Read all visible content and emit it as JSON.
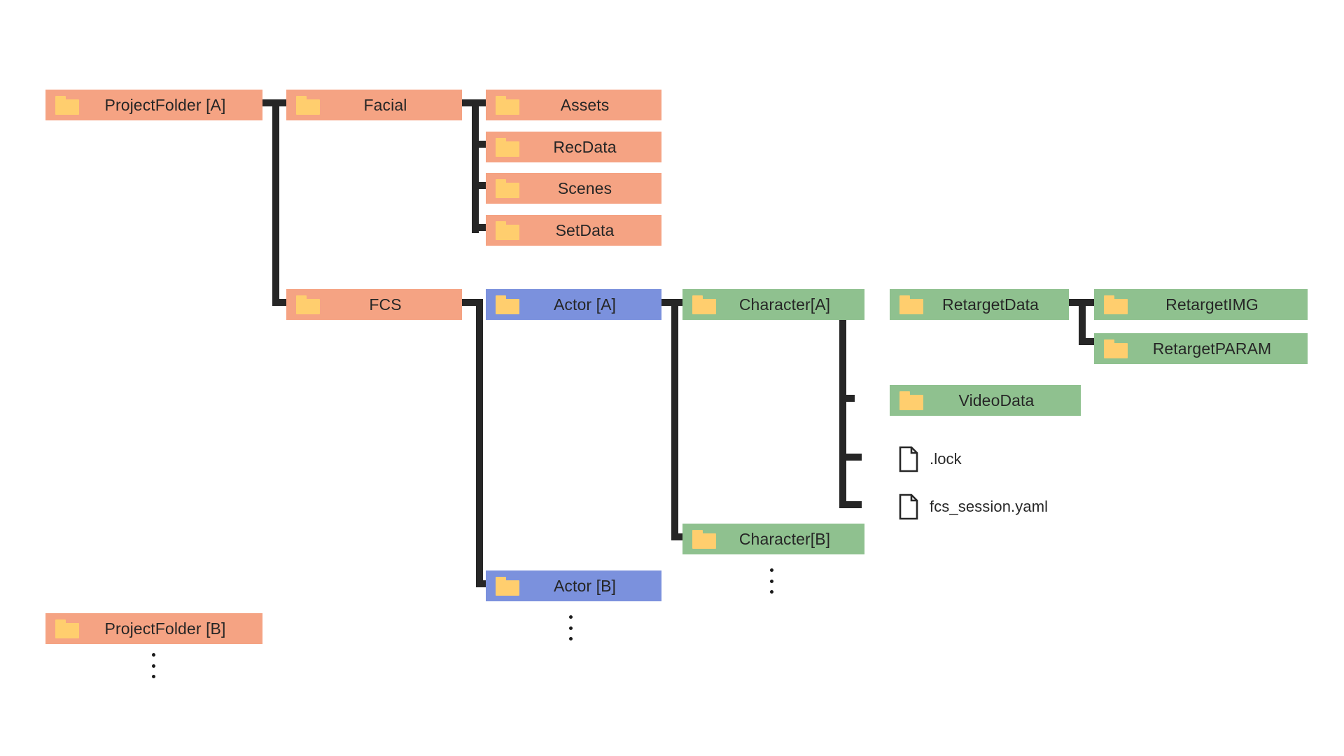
{
  "diagram": {
    "title": "Project Folder Structure Tree",
    "background_color": "#ffffff",
    "colors": {
      "folder_orange": "#f5a383",
      "folder_blue": "#7b91dd",
      "folder_green": "#8fc18f",
      "folder_icon_yellow": "#ffce6e",
      "connector": "#262626",
      "text": "#262626"
    },
    "nodes": {
      "project_folder_a": {
        "label": "ProjectFolder [A]",
        "type": "folder",
        "color": "orange"
      },
      "facial": {
        "label": "Facial",
        "type": "folder",
        "color": "orange"
      },
      "assets": {
        "label": "Assets",
        "type": "folder",
        "color": "orange"
      },
      "recdata": {
        "label": "RecData",
        "type": "folder",
        "color": "orange"
      },
      "scenes": {
        "label": "Scenes",
        "type": "folder",
        "color": "orange"
      },
      "setdata": {
        "label": "SetData",
        "type": "folder",
        "color": "orange"
      },
      "fcs": {
        "label": "FCS",
        "type": "folder",
        "color": "orange"
      },
      "actor_a": {
        "label": "Actor [A]",
        "type": "folder",
        "color": "blue"
      },
      "actor_b": {
        "label": "Actor [B]",
        "type": "folder",
        "color": "blue"
      },
      "character_a": {
        "label": "Character[A]",
        "type": "folder",
        "color": "green"
      },
      "character_b": {
        "label": "Character[B]",
        "type": "folder",
        "color": "green"
      },
      "retargetdata": {
        "label": "RetargetData",
        "type": "folder",
        "color": "green"
      },
      "retargetimg": {
        "label": "RetargetIMG",
        "type": "folder",
        "color": "green"
      },
      "retargetparam": {
        "label": "RetargetPARAM",
        "type": "folder",
        "color": "green"
      },
      "videodata": {
        "label": "VideoData",
        "type": "folder",
        "color": "green"
      },
      "lock_file": {
        "label": ".lock",
        "type": "file"
      },
      "fcs_session_file": {
        "label": "fcs_session.yaml",
        "type": "file"
      },
      "project_folder_b": {
        "label": "ProjectFolder [B]",
        "type": "folder",
        "color": "orange"
      }
    },
    "ellipses": [
      {
        "name": "ellipsis-under-character-b"
      },
      {
        "name": "ellipsis-under-actor-b"
      },
      {
        "name": "ellipsis-under-project-folder-b"
      }
    ]
  }
}
